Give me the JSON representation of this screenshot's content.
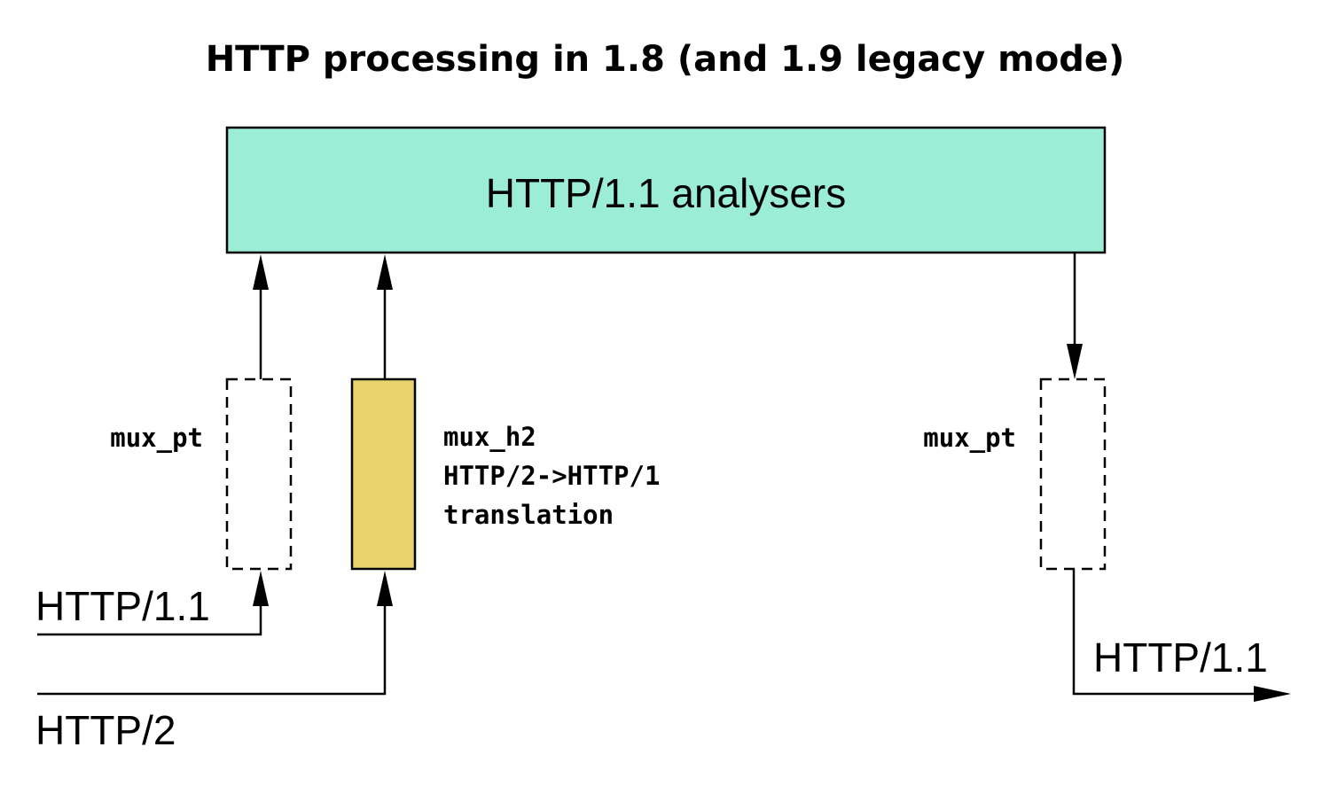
{
  "diagram": {
    "title": "HTTP processing in 1.8 (and 1.9 legacy mode)",
    "analysers": {
      "label": "HTTP/1.1 analysers",
      "color": "#9beed5"
    },
    "mux_left": {
      "label": "mux_pt"
    },
    "mux_h2": {
      "label_line1": "mux_h2",
      "label_line2": "HTTP/2->HTTP/1",
      "label_line3": "translation",
      "color": "#e8d36c"
    },
    "mux_right": {
      "label": "mux_pt"
    },
    "input_http11": {
      "label": "HTTP/1.1"
    },
    "input_http2": {
      "label": "HTTP/2"
    },
    "output_http11": {
      "label": "HTTP/1.1"
    }
  }
}
